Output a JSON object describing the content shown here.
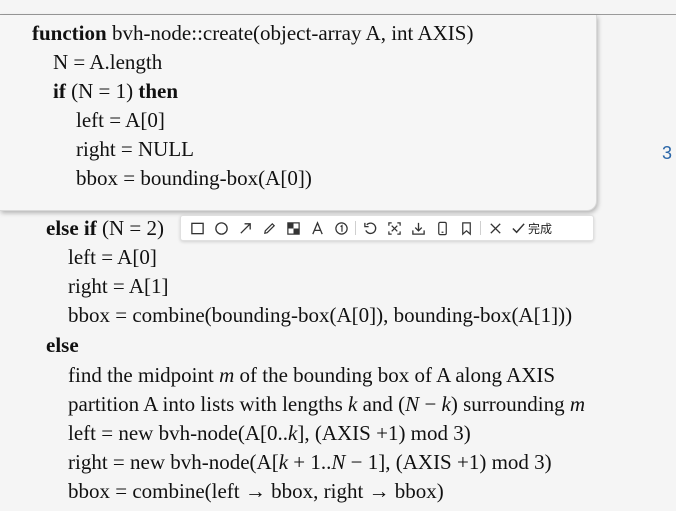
{
  "page_number": "3",
  "code": {
    "l1": {
      "kw": "function",
      "text": "bvh-node::create(object-array A, int AXIS)"
    },
    "l2": {
      "text": "N = A.length"
    },
    "l3": {
      "kw": "if",
      "cond": "(N = 1)",
      "kw2": "then"
    },
    "l4": {
      "text": "left = A[0]"
    },
    "l5": {
      "text": "right = NULL"
    },
    "l6": {
      "text": "bbox = bounding-box(A[0])"
    },
    "l7": {
      "kw": "else if",
      "cond": "(N = 2)"
    },
    "l8": {
      "text": "left = A[0]"
    },
    "l9": {
      "text": "right = A[1]"
    },
    "l10": {
      "text": "bbox = combine(bounding-box(A[0]), bounding-box(A[1]))"
    },
    "l11": {
      "kw": "else"
    },
    "l12": {
      "pre": "find the midpoint",
      "var": "m",
      "post": "of the bounding box of A along AXIS"
    },
    "l13": {
      "pre": "partition A into lists with lengths",
      "var": "k",
      "mid": "and (",
      "var2": "N",
      "mid2": "−",
      "var3": "k",
      "mid3": ") surrounding",
      "var4": "m"
    },
    "l14": {
      "pre": "left = new bvh-node(A[0..",
      "var": "k",
      "post": "], (AXIS +1) mod 3)"
    },
    "l15": {
      "pre": "right = new bvh-node(A[",
      "var": "k",
      "mid": " + 1..",
      "var2": "N",
      "post": " − 1], (AXIS +1) mod 3)"
    },
    "l16": {
      "text": "bbox = combine(left → bbox, right → bbox)"
    }
  },
  "toolbar": {
    "tools": [
      "rectangle-icon",
      "ellipse-icon",
      "arrow-icon",
      "pen-icon",
      "mosaic-icon",
      "text-icon",
      "number-icon",
      "undo-icon",
      "pin-icon",
      "download-icon",
      "phone-icon",
      "bookmark-icon",
      "cancel-icon",
      "confirm-icon"
    ],
    "done_label": "完成"
  }
}
